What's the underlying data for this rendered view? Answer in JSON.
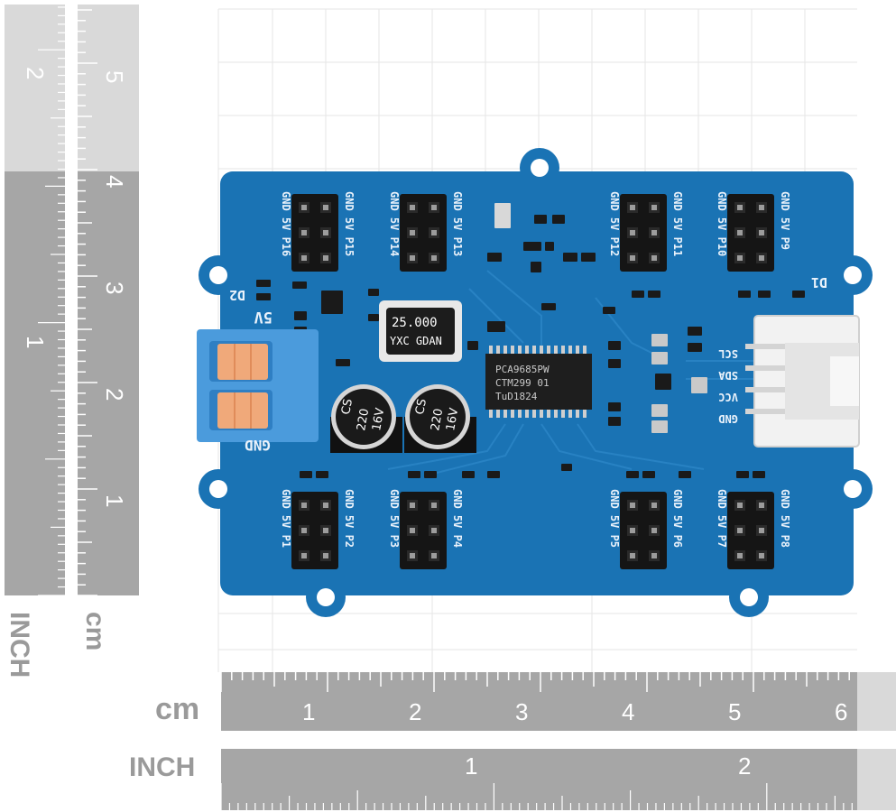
{
  "rulers": {
    "bottom_cm_unit": "cm",
    "bottom_cm_ticks": [
      "1",
      "2",
      "3",
      "4",
      "5",
      "6"
    ],
    "bottom_inch_unit": "INCH",
    "bottom_inch_ticks": [
      "1",
      "2"
    ],
    "left_inch_unit": "INCH",
    "left_inch_ticks": [
      "1",
      "2"
    ],
    "left_cm_unit": "cm",
    "left_cm_ticks": [
      "1",
      "2",
      "3",
      "4",
      "5"
    ]
  },
  "board": {
    "top_headers": [
      [
        "GND",
        "5V",
        "P16"
      ],
      [
        "GND",
        "5V",
        "P15"
      ],
      [
        "GND",
        "5V",
        "P14"
      ],
      [
        "GND",
        "5V",
        "P13"
      ],
      [
        "GND",
        "5V",
        "P12"
      ],
      [
        "GND",
        "5V",
        "P11"
      ],
      [
        "GND",
        "5V",
        "P10"
      ],
      [
        "GND",
        "5V",
        "P9"
      ]
    ],
    "bottom_headers": [
      [
        "GND",
        "5V",
        "P1"
      ],
      [
        "GND",
        "5V",
        "P2"
      ],
      [
        "GND",
        "5V",
        "P3"
      ],
      [
        "GND",
        "5V",
        "P4"
      ],
      [
        "GND",
        "5V",
        "P5"
      ],
      [
        "GND",
        "5V",
        "P6"
      ],
      [
        "GND",
        "5V",
        "P7"
      ],
      [
        "GND",
        "5V",
        "P8"
      ]
    ],
    "power_labels": {
      "d2": "D2",
      "v5": "5V",
      "gnd": "GND"
    },
    "d1_label": "D1",
    "grove_pins": [
      "SCL",
      "SDA",
      "VCC",
      "GND"
    ],
    "crystal": {
      "line1": "25.000",
      "line2": "YXC GDAN"
    },
    "ic": {
      "line1": "PCA9685PW",
      "line2": "CTM299  01",
      "line3": "TuD1824"
    },
    "capacitors": [
      {
        "line1": "CS",
        "line2": "220",
        "line3": "16V"
      },
      {
        "line1": "CS",
        "line2": "220",
        "line3": "16V"
      }
    ]
  }
}
